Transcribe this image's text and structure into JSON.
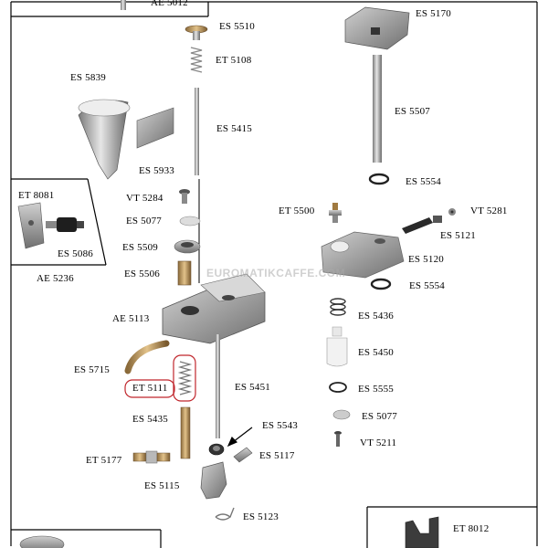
{
  "labels": {
    "ae5012": "AE 5012",
    "es5510": "ES 5510",
    "et5108": "ET 5108",
    "es5839": "ES 5839",
    "es5415": "ES 5415",
    "es5933": "ES 5933",
    "et8081": "ET 8081",
    "vt5284": "VT 5284",
    "es5077a": "ES 5077",
    "es5086": "ES 5086",
    "es5509": "ES 5509",
    "es5506": "ES 5506",
    "ae5236": "AE 5236",
    "ae5113": "AE 5113",
    "es5715": "ES 5715",
    "et5111": "ET 5111",
    "es5451": "ES 5451",
    "es5435": "ES 5435",
    "es5543": "ES 5543",
    "et5177": "ET 5177",
    "es5117": "ES 5117",
    "es5115": "ES 5115",
    "es5123": "ES 5123",
    "es5170": "ES 5170",
    "es5507": "ES 5507",
    "es5554a": "ES 5554",
    "et5500": "ET 5500",
    "vt5281": "VT 5281",
    "es5121": "ES 5121",
    "es5120": "ES 5120",
    "es5554b": "ES 5554",
    "es5436": "ES 5436",
    "es5450": "ES 5450",
    "es5555": "ES 5555",
    "es5077b": "ES 5077",
    "vt5211": "VT 5211",
    "et8012": "ET 8012"
  },
  "watermark": "EUROMATIKCAFFE.COM",
  "colors": {
    "highlight": "#c0262c",
    "frame": "#000000",
    "metal_dark": "#6e6e6e",
    "metal_light": "#d9d9d9",
    "brass": "#b8905a"
  }
}
